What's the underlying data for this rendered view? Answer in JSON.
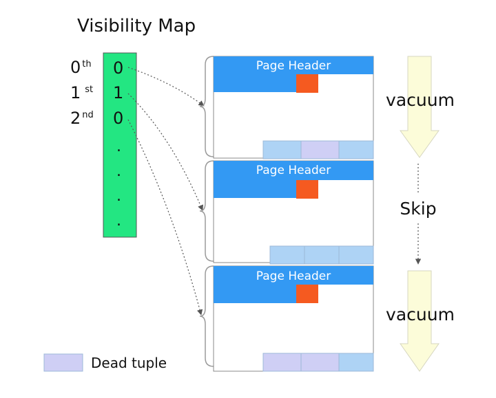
{
  "title": "Visibility Map",
  "vm": {
    "labels": [
      {
        "base": "0",
        "sup": "th"
      },
      {
        "base": "1",
        "sup": "st"
      },
      {
        "base": "2",
        "sup": "nd"
      }
    ],
    "bits": [
      "0",
      "1",
      "0"
    ],
    "dots": [
      ".",
      ".",
      ".",
      "."
    ]
  },
  "pages": [
    {
      "header": "Page Header",
      "tuples": [
        "live",
        "dead",
        "live"
      ]
    },
    {
      "header": "Page Header",
      "tuples": [
        "live",
        "live",
        "live"
      ]
    },
    {
      "header": "Page Header",
      "tuples": [
        "dead",
        "dead",
        "live"
      ]
    }
  ],
  "actions": [
    "vacuum",
    "Skip",
    "vacuum"
  ],
  "legend": {
    "label": "Dead tuple"
  },
  "colors": {
    "vm_fill": "#23e682",
    "header": "#3399f3",
    "dead": "#cfcff5",
    "live": "#aed3f5",
    "item_pointer": "#f55a20",
    "arrow_fill": "#fcfcd9"
  }
}
